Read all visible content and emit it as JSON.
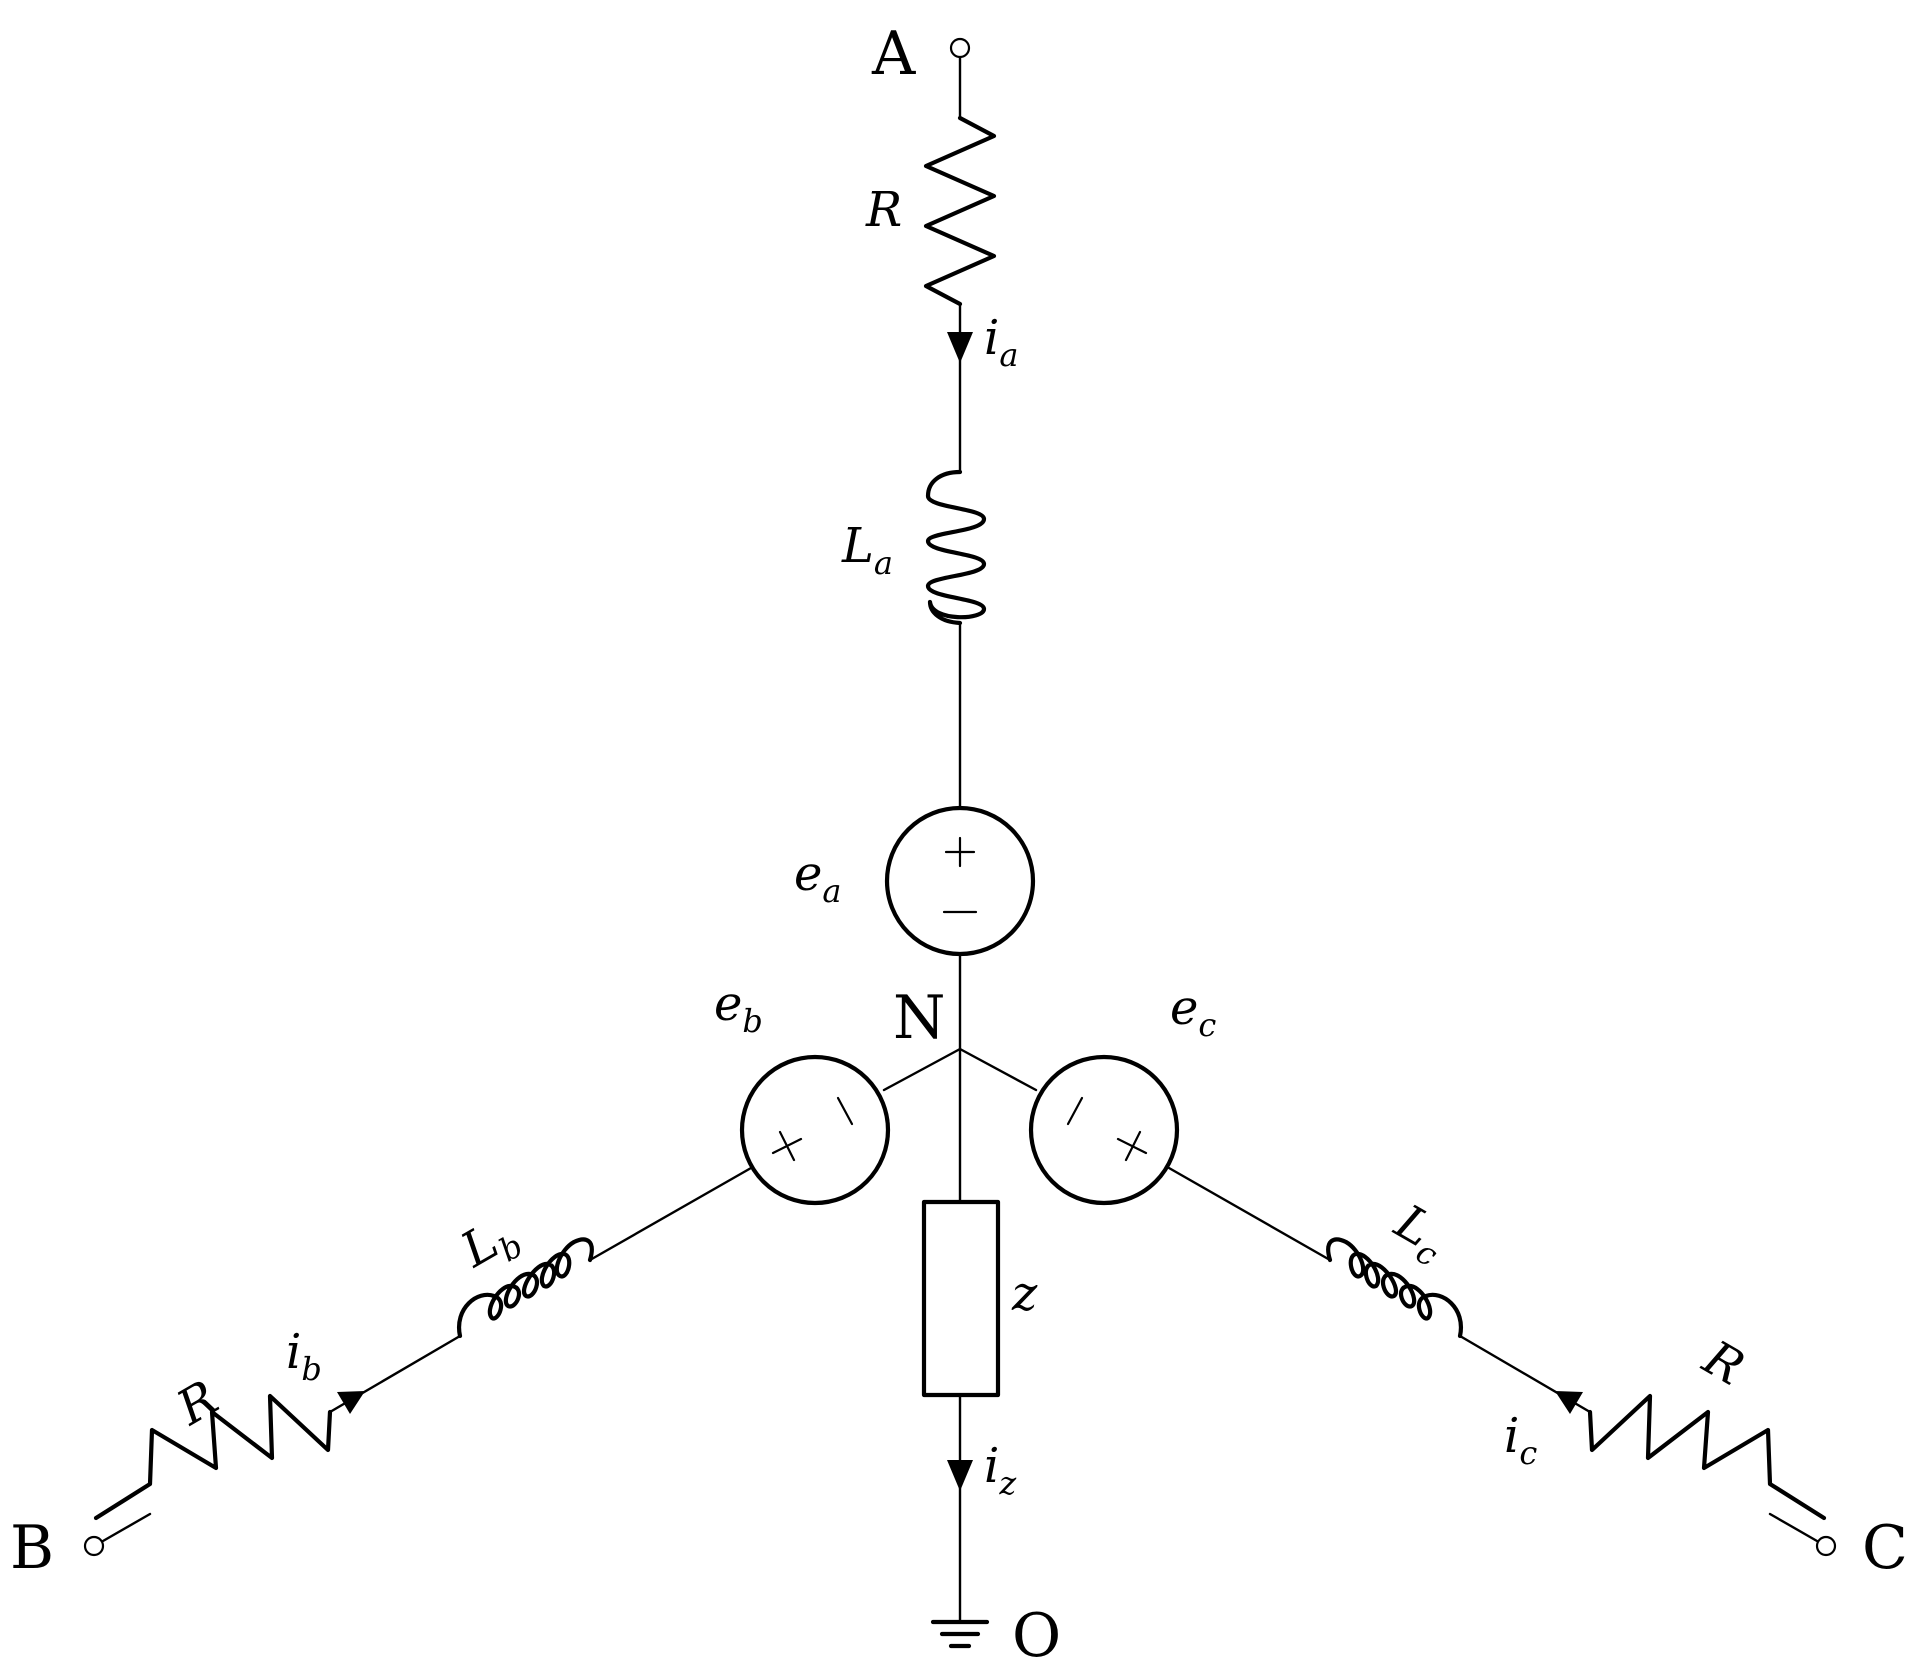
{
  "terminals": {
    "a": "A",
    "b": "B",
    "c": "C",
    "neutral": "N",
    "ground": "O"
  },
  "resistors": {
    "a": "R",
    "b": "R",
    "c": "R"
  },
  "inductors": {
    "a": {
      "symbol": "L",
      "sub": "a"
    },
    "b": {
      "symbol": "L",
      "sub": "b"
    },
    "c": {
      "symbol": "L",
      "sub": "c"
    }
  },
  "sources": {
    "a": {
      "symbol": "e",
      "sub": "a"
    },
    "b": {
      "symbol": "e",
      "sub": "b"
    },
    "c": {
      "symbol": "e",
      "sub": "c"
    }
  },
  "currents": {
    "a": {
      "symbol": "i",
      "sub": "a"
    },
    "b": {
      "symbol": "i",
      "sub": "b"
    },
    "c": {
      "symbol": "i",
      "sub": "c"
    },
    "z": {
      "symbol": "i",
      "sub": "z"
    }
  },
  "impedance": "z"
}
